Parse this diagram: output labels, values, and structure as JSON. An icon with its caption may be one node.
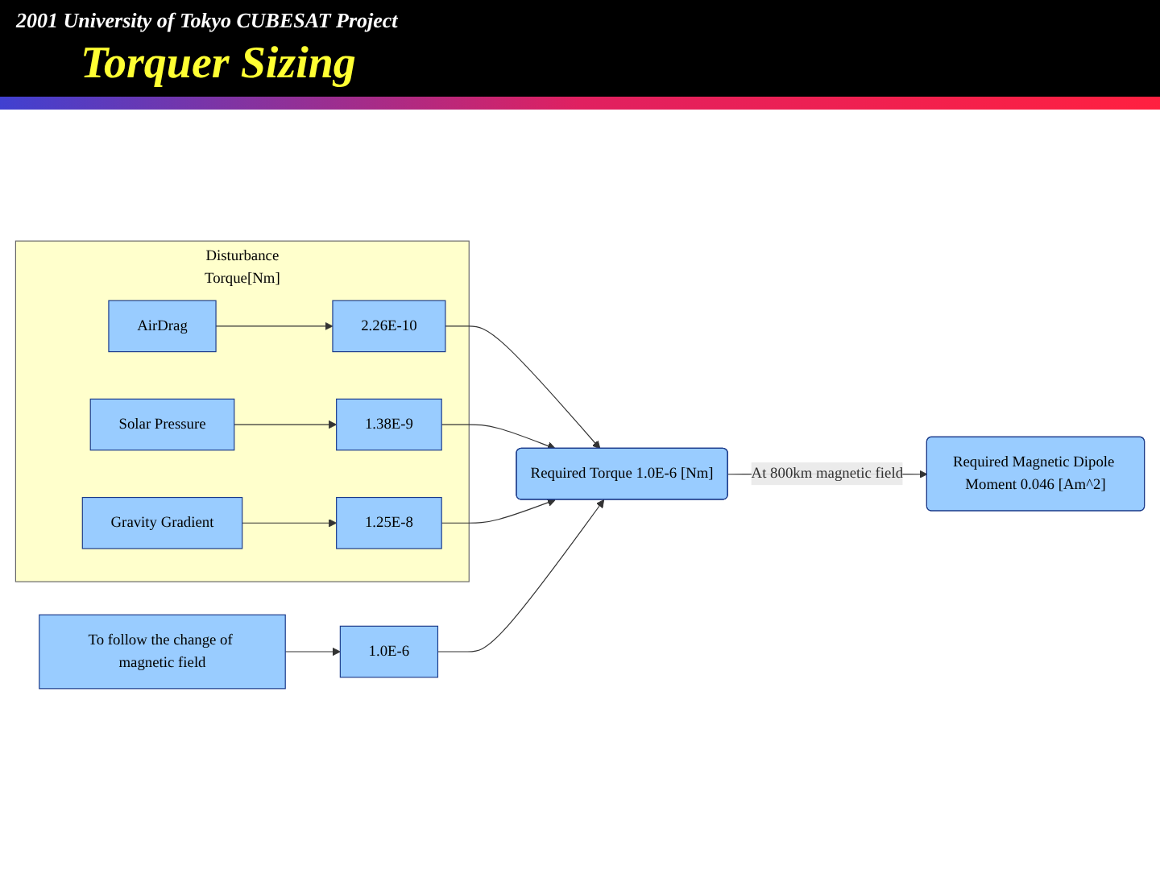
{
  "diagram": {
    "title": "Torquer Sizing",
    "nodes": [
      {
        "text": [
          "Disturbance",
          "Torque[Nm]"
        ]
      },
      {
        "text": [
          "AirDrag"
        ],
        "in": 0
      },
      {
        "text": [
          "2.26E-10"
        ],
        "in": 0
      },
      {
        "text": [
          "Solar Pressure"
        ],
        "in": 0
      },
      {
        "text": [
          "1.38E-9"
        ],
        "in": 0
      },
      {
        "text": [
          "Gravity Gradient"
        ],
        "in": 0
      },
      {
        "text": [
          "1.25E-8"
        ],
        "in": 0
      },
      {
        "text": [
          "To follow the change of magnetic field"
        ]
      },
      {
        "text": [
          "1.0E-6"
        ]
      },
      {
        "text": [
          "Required Torque 1.0E-6 [Nm]"
        ]
      },
      {
        "text": [
          "Required Magnetic Dipole Moment 0.046 [Am^2]"
        ]
      }
    ],
    "edges": [
      {
        "from": 1,
        "to": 2,
        "arrow": "to"
      },
      {
        "from": 3,
        "to": 4,
        "arrow": "to"
      },
      {
        "from": 5,
        "to": 6,
        "arrow": "to"
      },
      {
        "from": 7,
        "to": 8,
        "arrow": "to"
      },
      {
        "from": 2,
        "to": 9,
        "arrow": "to"
      },
      {
        "from": 4,
        "to": 9,
        "arrow": "to"
      },
      {
        "from": 6,
        "to": 9,
        "arrow": "to"
      },
      {
        "from": 8,
        "to": 9,
        "arrow": "to"
      },
      {
        "from": 9,
        "to": 10,
        "label": "At 800km magnetic field",
        "arrow": "to"
      }
    ],
    "labels": [
      "2001 University of Tokyo CUBESAT Project"
    ]
  }
}
